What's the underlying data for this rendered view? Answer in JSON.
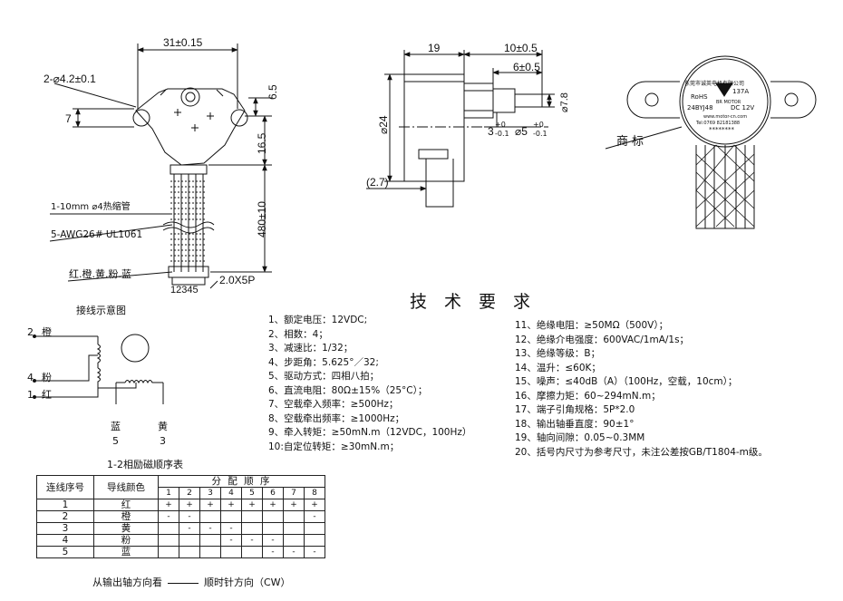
{
  "front_view": {
    "width_dim": "31±0.15",
    "hole_dim": "2-⌀4.2±0.1",
    "h7": "7",
    "h65": "6.5",
    "h165": "16.5",
    "lead_len": "480±10",
    "tube_note": "1-10mm  ⌀4热缩管",
    "wire_note": "5-AWG26# UL1061",
    "color_note": "红.橙.黄.粉.蓝",
    "pins": "12345",
    "connector": "2.0X5P"
  },
  "side_view": {
    "d19": "19",
    "d10": "10±0.5",
    "d6": "6±0.5",
    "d24": "⌀24",
    "d78": "⌀7.8",
    "d3": "3",
    "d3_tol_up": "+0",
    "d3_tol_dn": "-0.1",
    "d5": "⌀5",
    "d5_tol_up": "+0",
    "d5_tol_dn": "-0.1",
    "d27": "(2.7)"
  },
  "label_view": {
    "trademark": "商标",
    "company": "东莞市诚英电机有限公司",
    "rohs": "RoHS",
    "model": "24BYJ48",
    "voltage": "DC 12V",
    "badge": "137A",
    "motor": "BR MOTOR",
    "web": "www.motor-cn.com",
    "tel": "Tel:0769 82181388",
    "stars": "********"
  },
  "wiring": {
    "title": "接线示意图",
    "p2": "2",
    "c2": "橙",
    "p4": "4",
    "c4": "粉",
    "p1": "1",
    "c1": "红",
    "c_blue": "蓝",
    "p5": "5",
    "c_yellow": "黄",
    "p3": "3"
  },
  "spec_title": "技术要求",
  "specs_left": [
    "1、额定电压：12VDC;",
    "2、相数：4；",
    "3、减速比：1/32；",
    "4、步距角：5.625°／32;",
    "5、驱动方式：四相八拍；",
    "6、直流电阻：80Ω±15%（25°C）；",
    "7、空载牵入频率：≥500Hz；",
    "8、空载牵出频率：≥1000Hz；",
    "9、牵入转矩：≥50mN.m（12VDC，100Hz）",
    "10:自定位转矩：≥30mN.m；"
  ],
  "specs_right": [
    "11、绝缘电阻：≥50MΩ（500V）；",
    "12、绝缘介电强度：600VAC/1mA/1s；",
    "13、绝缘等级：B；",
    "14、温升：≤60K；",
    "15、噪声：≤40dB（A）（100Hz，空载，10cm）；",
    "16、摩擦力矩：60~294mN.m；",
    "17、端子引角规格：5P*2.0",
    "18、输出轴垂直度：90±1°",
    "19、轴向间隙：0.05~0.3MM",
    "20、括号内尺寸为参考尺寸，未注公差按GB/T1804-m级。"
  ],
  "seq": {
    "title": "1-2相励磁顺序表",
    "col1": "连线序号",
    "col2": "导线颜色",
    "group": "分  配  顺  序",
    "steps": [
      "1",
      "2",
      "3",
      "4",
      "5",
      "6",
      "7",
      "8"
    ],
    "rows": [
      {
        "no": "1",
        "color": "红",
        "cells": [
          "+",
          "+",
          "+",
          "+",
          "+",
          "+",
          "+",
          "+"
        ]
      },
      {
        "no": "2",
        "color": "橙",
        "cells": [
          "-",
          "-",
          "",
          "",
          "",
          "",
          "",
          "-"
        ]
      },
      {
        "no": "3",
        "color": "黄",
        "cells": [
          "",
          "-",
          "-",
          "-",
          "",
          "",
          "",
          ""
        ]
      },
      {
        "no": "4",
        "color": "粉",
        "cells": [
          "",
          "",
          "",
          "-",
          "-",
          "-",
          "",
          ""
        ]
      },
      {
        "no": "5",
        "color": "蓝",
        "cells": [
          "",
          "",
          "",
          "",
          "",
          "-",
          "-",
          "-"
        ]
      }
    ],
    "footer_left": "从输出轴方向看",
    "footer_right": "顺时针方向（CW）"
  }
}
